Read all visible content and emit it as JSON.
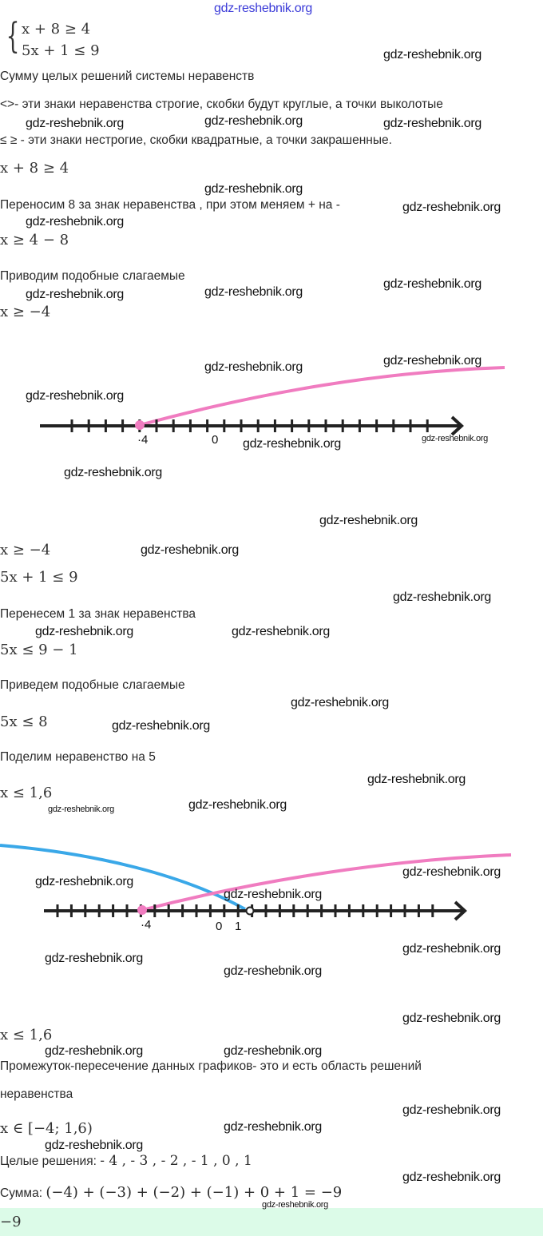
{
  "watermark": "gdz-reshebnik.org",
  "system": {
    "line1": "x + 8  ≥  4",
    "line2": "5x + 1  ≤  9"
  },
  "task": "Сумму целых решений системы неравенств",
  "rule_strict": "<>- эти знаки неравенства строгие, скобки будут круглые, а точки выколотые",
  "rule_nonstrict": "≤ ≥ - эти знаки нестрогие, скобки квадратные, а точки закрашенные.",
  "ineq1": {
    "start": "x + 8  ≥  4",
    "step1": "Переносим 8 за знак неравенства , при этом меняем + на -",
    "eq1": "x  ≥  4 − 8",
    "step2": "Приводим подобные слагаемые",
    "eq2": "x  ≥  −4"
  },
  "numline1": {
    "label_m4": "·4",
    "label_0": "0"
  },
  "ineq2": {
    "recap1": "x  ≥  −4",
    "start": "5x + 1  ≤  9",
    "step1": "Перенесем 1 за знак неравенства",
    "eq1": "5x  ≤  9 − 1",
    "step2": "Приведем подобные слагаемые",
    "eq2": "5x  ≤  8",
    "step3": "Поделим неравенство на 5",
    "eq3": "x  ≤  1,6"
  },
  "numline2": {
    "label_m4": "·4",
    "label_0": "0",
    "label_1": "1"
  },
  "conclusion": {
    "recap": "x  ≤  1,6",
    "text1": "Промежуток-пересечение данных графиков- это и есть область решений",
    "text2": "неравенства",
    "interval": "x ∈ [−4;  1,6)",
    "integers_label": "Целые решения:",
    "integers": "- 4 , - 3 , - 2 , - 1 , 0 , 1",
    "sum_label": "Сумма:",
    "sum": "(−4) + (−3) + (−2) + (−1) + 0 + 1 = −9"
  },
  "answer": "−9",
  "colors": {
    "pink": "#f07cc0",
    "blue": "#3aa8e8",
    "answer_bg": "#dcfbe8"
  }
}
